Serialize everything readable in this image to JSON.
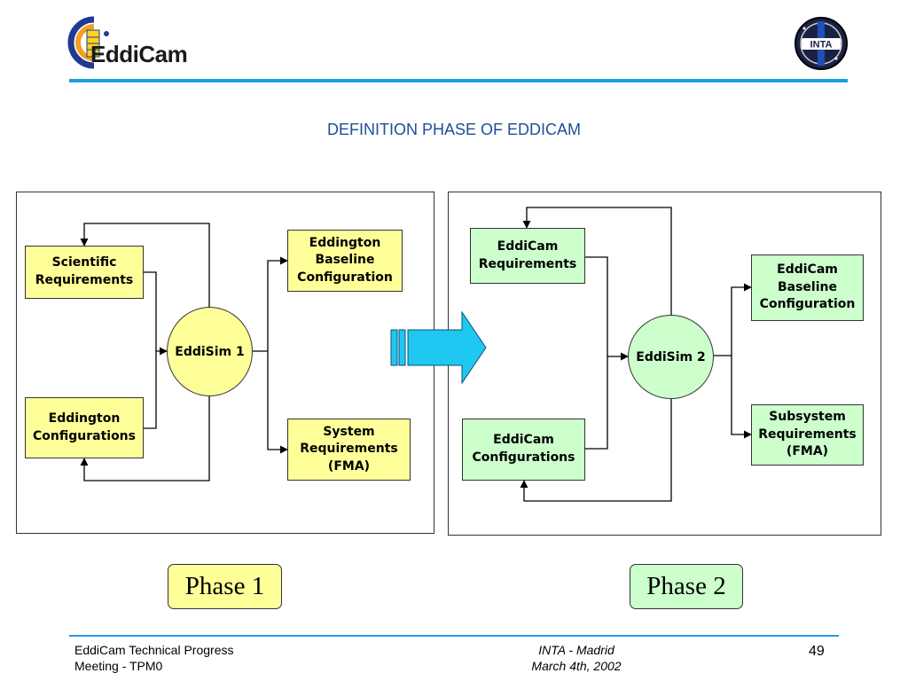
{
  "header": {
    "logo_text": "EddiCam",
    "partner_logo_text": "INTA",
    "slide_title": "DEFINITION PHASE OF EDDICAM"
  },
  "phase1": {
    "scientific_requirements": "Scientific\nRequirements",
    "eddington_configurations": "Eddington\nConfigurations",
    "simulator": "EddiSim 1",
    "baseline_configuration": "Eddington\nBaseline\nConfiguration",
    "system_requirements": "System\nRequirements\n(FMA)",
    "label": "Phase 1"
  },
  "phase2": {
    "eddicam_requirements": "EddiCam\nRequirements",
    "eddicam_configurations": "EddiCam\nConfigurations",
    "simulator": "EddiSim 2",
    "baseline_configuration": "EddiCam\nBaseline\nConfiguration",
    "subsystem_requirements": "Subsystem\nRequirements\n(FMA)",
    "label": "Phase 2"
  },
  "footer": {
    "left": "EddiCam Technical Progress\nMeeting - TPM0",
    "middle": "INTA - Madrid\nMarch 4th, 2002",
    "page_number": "49"
  },
  "colors": {
    "accent_blue": "#1e9be0",
    "phase1_fill": "#ffff99",
    "phase2_fill": "#ccffcc",
    "transition_arrow": "#1ec8f0"
  },
  "icons": {
    "eddicam_logo": "eddicam-logo-icon",
    "inta_logo": "inta-logo-icon",
    "transition_arrow": "right-arrow-icon"
  }
}
